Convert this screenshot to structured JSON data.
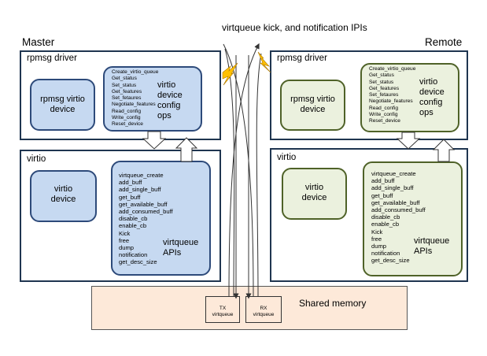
{
  "title": "virtqueue  kick, and notification IPIs",
  "master": {
    "label": "Master",
    "rpmsg_driver": {
      "title": "rpmsg driver",
      "device": "rpmsg virtio\ndevice",
      "ops_list": [
        "Create_virtio_queue",
        "Get_status",
        "Set_status",
        "Get_features",
        "Set_fetaures",
        "Negotiate_features",
        "Read_config",
        "Write_config",
        "Reset_device"
      ],
      "ops_title": "virtio\ndevice\nconfig\nops"
    },
    "virtio": {
      "title": "virtio",
      "device": "virtio\ndevice",
      "api_list": [
        "virtqueue_create",
        "add_buff",
        "add_single_buff",
        "get_buff",
        "get_available_buff",
        "add_consumed_buff",
        "disable_cb",
        "enable_cb",
        "Kick",
        "free",
        "dump",
        "notification",
        "get_desc_size"
      ],
      "api_title": "virtqueue\nAPIs"
    }
  },
  "remote": {
    "label": "Remote",
    "rpmsg_driver": {
      "title": "rpmsg driver",
      "device": "rpmsg virtio\ndevice",
      "ops_list": [
        "Create_virtio_queue",
        "Get_status",
        "Set_status",
        "Get_features",
        "Set_fetaures",
        "Negotiate_features",
        "Read_config",
        "Write_config",
        "Reset_device"
      ],
      "ops_title": "virtio\ndevice\nconfig\nops"
    },
    "virtio": {
      "title": "virtio",
      "device": "virtio\ndevice",
      "api_list": [
        "virtqueue_create",
        "add_buff",
        "add_single_buff",
        "get_buff",
        "get_available_buff",
        "add_consumed_buff",
        "disable_cb",
        "enable_cb",
        "Kick",
        "free",
        "dump",
        "notification",
        "get_desc_size"
      ],
      "api_title": "virtqueue\nAPIs"
    }
  },
  "shared_memory": {
    "label": "Shared memory",
    "tx": "TX\nvirtqueue",
    "rx": "RX\nvirtqueue"
  },
  "colors": {
    "master_fill": "#c6d9f1",
    "remote_fill": "#ebf1de",
    "shared_fill": "#fde9d9",
    "lightning": "#ffc000"
  }
}
